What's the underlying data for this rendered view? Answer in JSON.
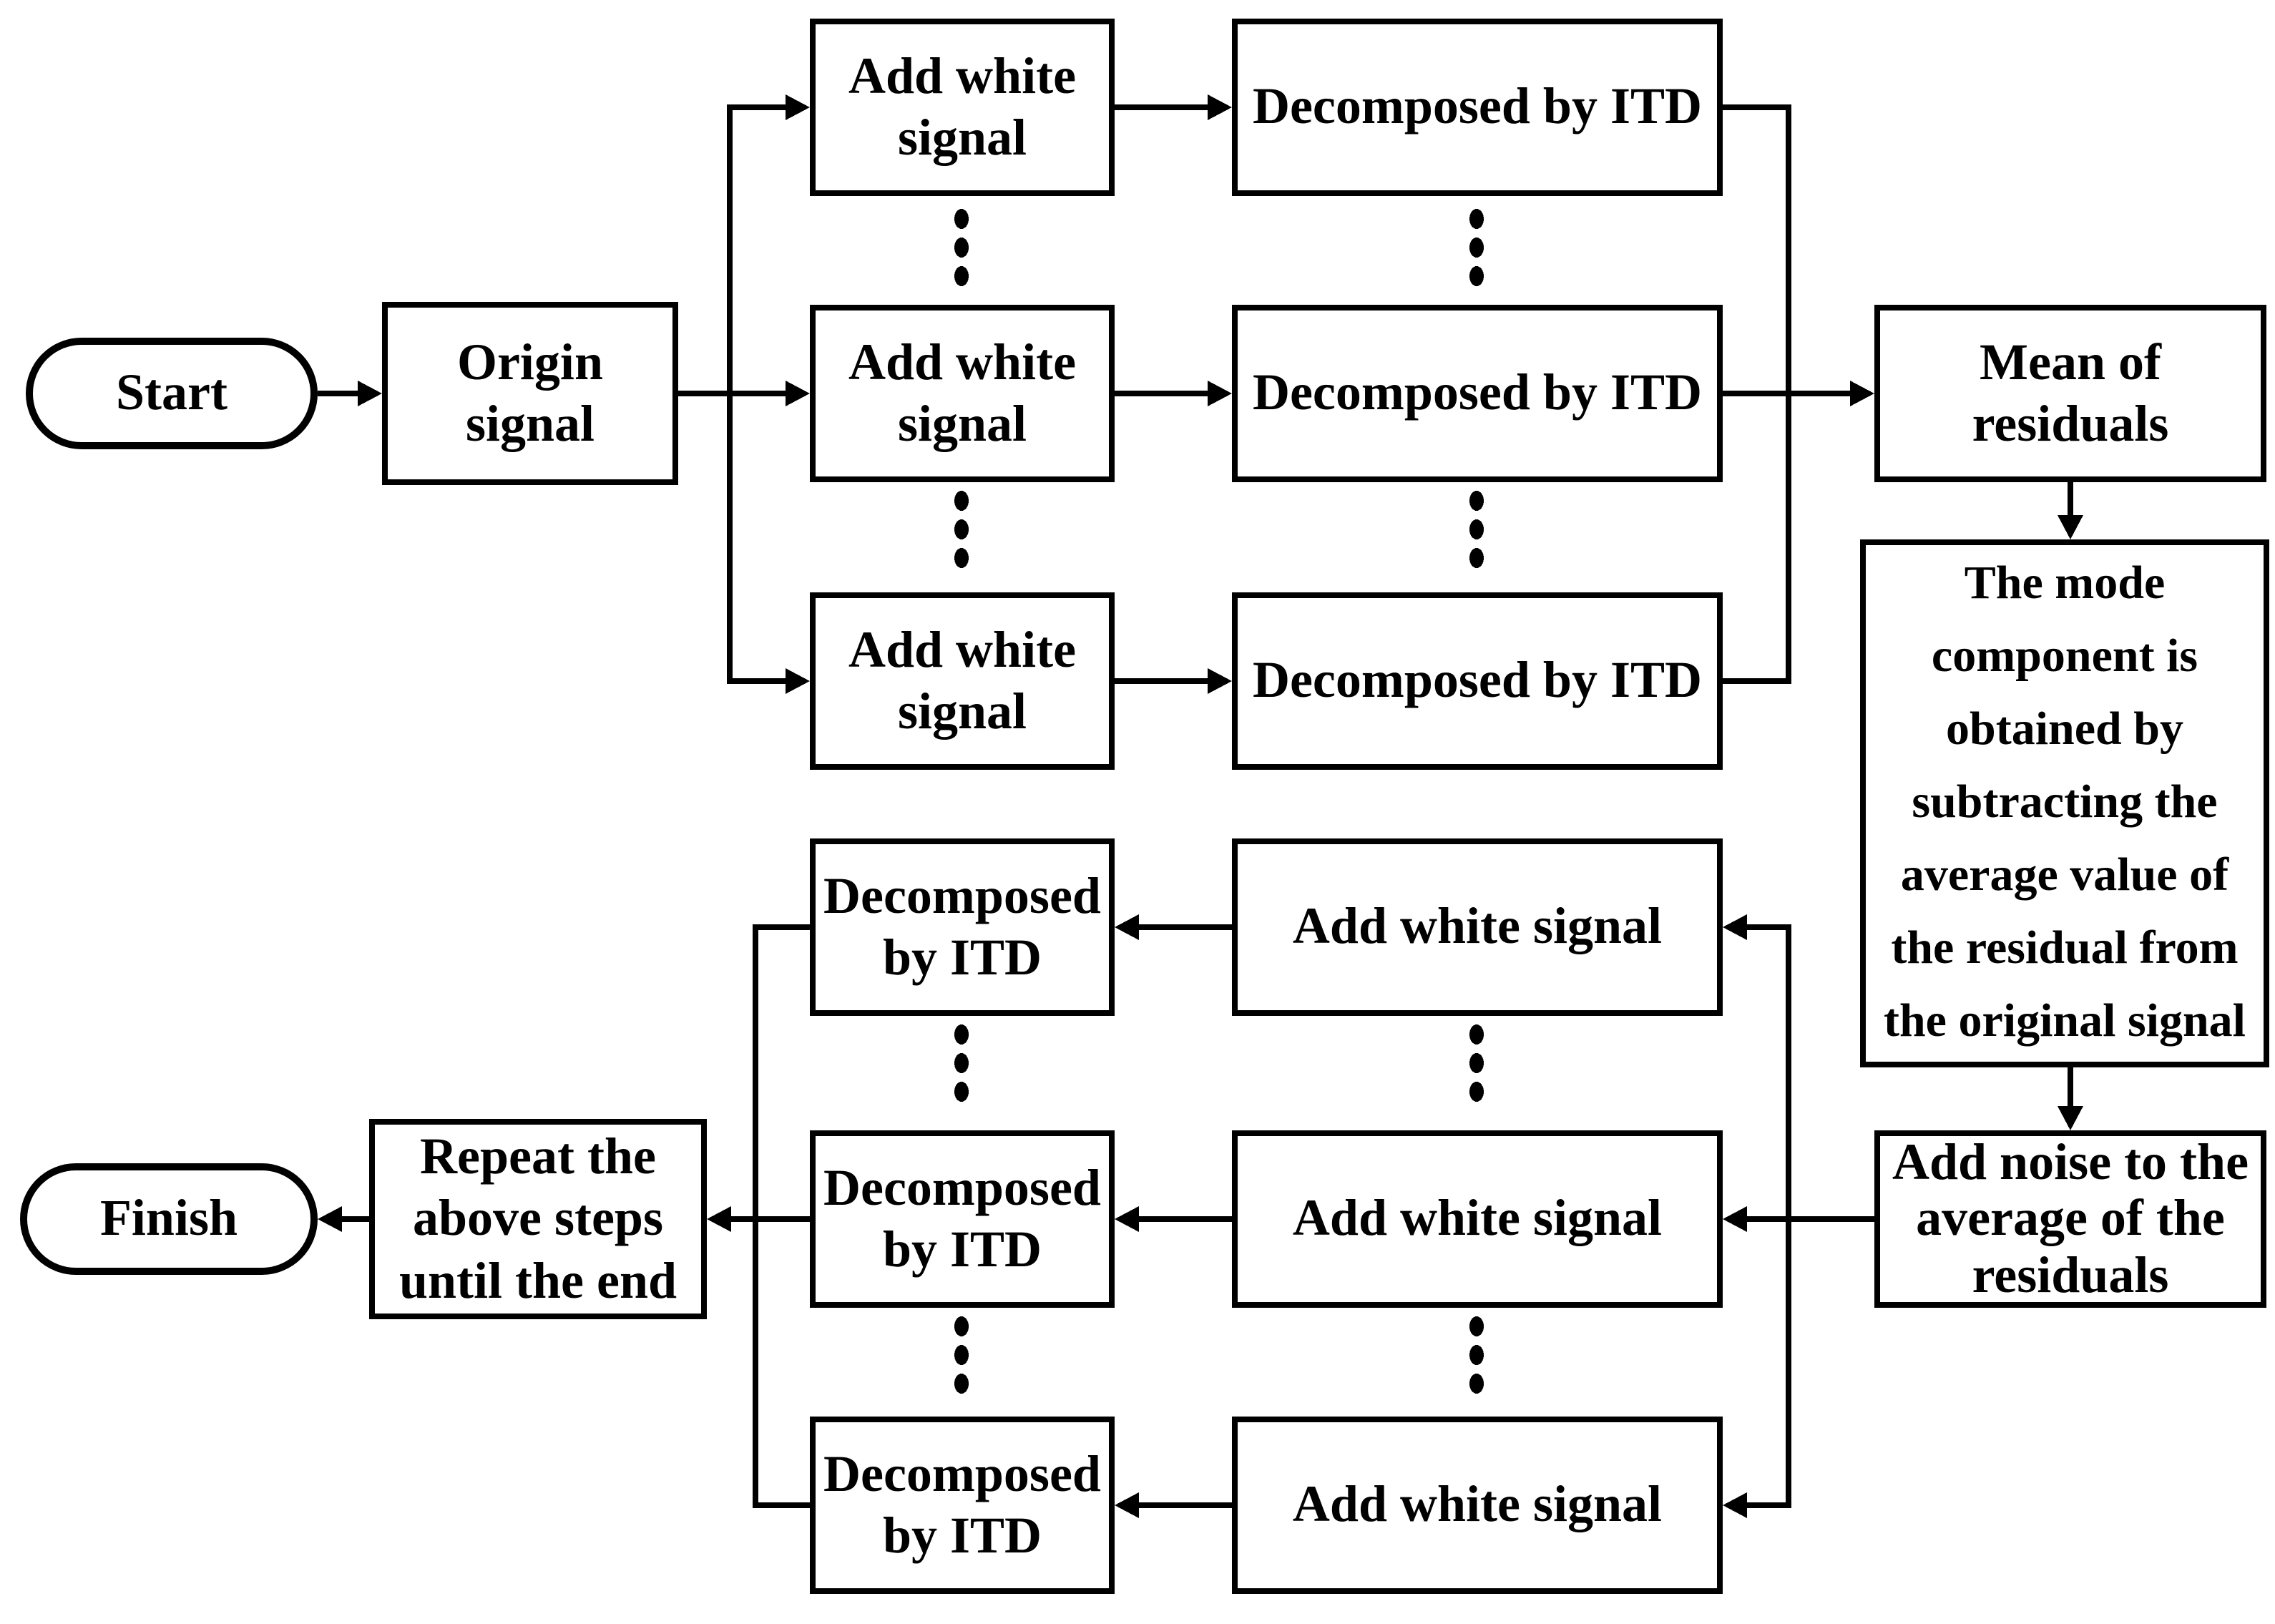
{
  "colors": {
    "ink": "#000000",
    "paper": "#ffffff"
  },
  "nodes": {
    "start": "Start",
    "origin": "Origin signal",
    "add_white_top": [
      "Add white signal",
      "Add white signal",
      "Add white signal"
    ],
    "decomposed_top": [
      "Decomposed by ITD",
      "Decomposed by ITD",
      "Decomposed by ITD"
    ],
    "mean": "Mean of residuals",
    "mode": "The mode component is obtained by subtracting the average value of the residual from the original signal",
    "add_noise": "Add noise to the average of the residuals",
    "add_white_bottom": [
      "Add white signal",
      "Add white signal",
      "Add white signal"
    ],
    "decomposed_bottom": [
      "Decomposed by ITD",
      "Decomposed by ITD",
      "Decomposed by ITD"
    ],
    "repeat": "Repeat the above steps until the end",
    "finish": "Finish"
  }
}
